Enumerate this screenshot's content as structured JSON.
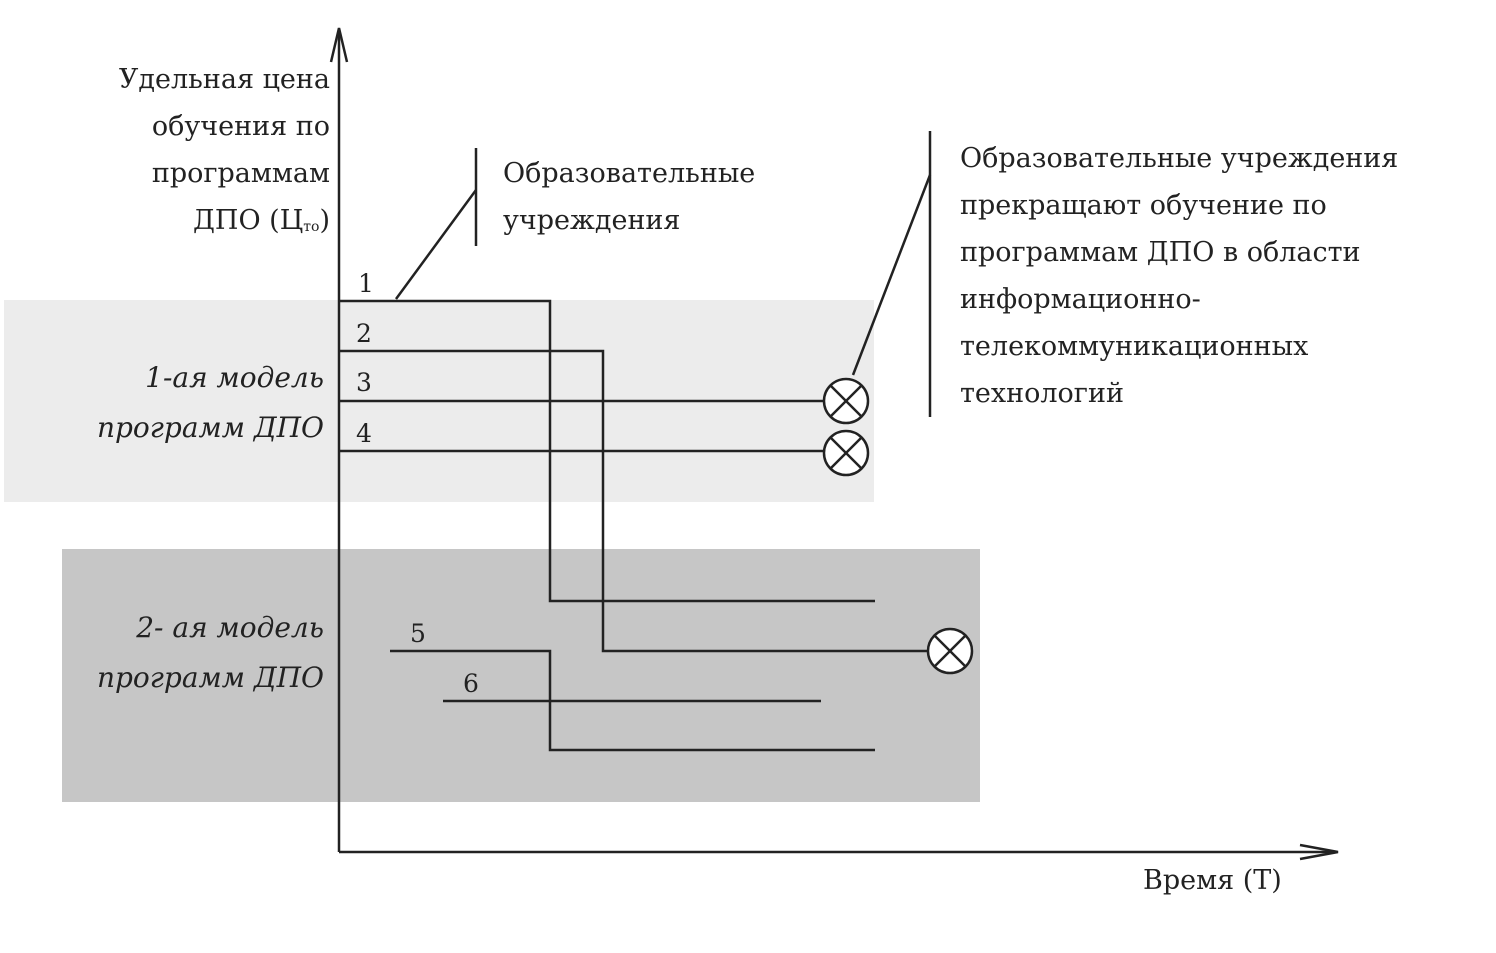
{
  "diagram": {
    "y_axis_label_lines": [
      "Удельная цена",
      "обучения по",
      "программам",
      "ДПО (Ц"
    ],
    "y_axis_label_subscript": "то",
    "y_axis_label_tail": ")",
    "x_axis_label": "Время (Т)",
    "model_1_label_lines": [
      "1-ая модель",
      "программ ДПО"
    ],
    "model_2_label_lines": [
      "2- ая модель",
      "программ ДПО"
    ],
    "annotation_1_lines": [
      "Образовательные",
      "учреждения"
    ],
    "annotation_2_lines": [
      "Образовательные учреждения",
      "прекращают обучение по",
      "программам ДПО в области",
      "информационно-",
      "телекоммуникационных",
      "технологий"
    ],
    "line_numbers": [
      "1",
      "2",
      "3",
      "4",
      "5",
      "6"
    ],
    "colors": {
      "model_1_band": "#ececec",
      "model_2_band": "#c6c6c6",
      "line": "#222222"
    }
  }
}
